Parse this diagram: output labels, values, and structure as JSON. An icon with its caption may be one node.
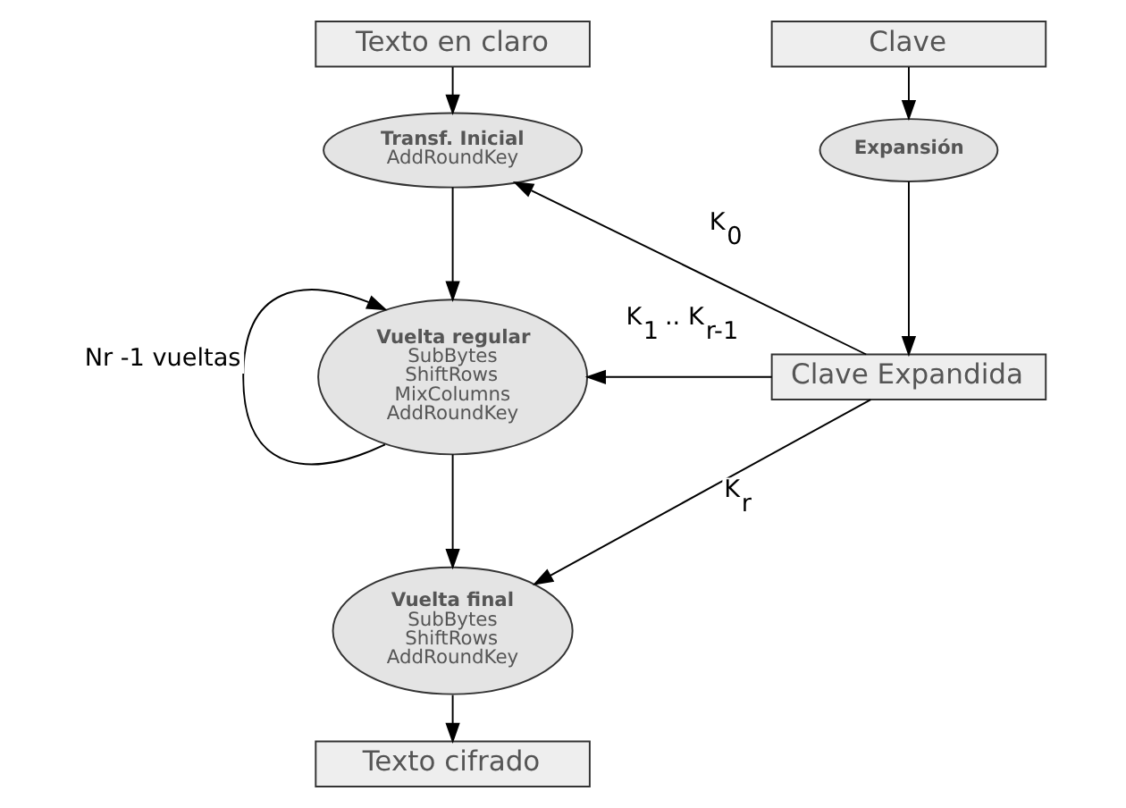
{
  "diagram": {
    "nodes": [
      {
        "text": [
          "Texto en claro"
        ]
      },
      {
        "text": [
          "Transf. Inicial",
          "AddRoundKey"
        ]
      },
      {
        "text": [
          "Vuelta regular",
          "SubBytes ShiftRows MixColumns AddRoundKey"
        ]
      },
      {
        "text": [
          "Vuelta final",
          "SubBytes ShiftRows AddRoundKey"
        ]
      },
      {
        "text": [
          "Texto cifrado"
        ]
      },
      {
        "text": [
          "Clave"
        ]
      },
      {
        "text": [
          "Expansión"
        ]
      },
      {
        "text": [
          "Clave Expandida"
        ]
      }
    ],
    "edges": [
      {
        "from": 0,
        "to": 1,
        "arrow": "to"
      },
      {
        "from": 1,
        "to": 2,
        "arrow": "to"
      },
      {
        "from": 2,
        "to": 2,
        "arrow": "to",
        "label": "Nr -1 vueltas"
      },
      {
        "from": 2,
        "to": 3,
        "arrow": "to"
      },
      {
        "from": 3,
        "to": 4,
        "arrow": "to"
      },
      {
        "from": 5,
        "to": 6,
        "arrow": "to"
      },
      {
        "from": 6,
        "to": 7,
        "arrow": "to"
      },
      {
        "from": 7,
        "to": 1,
        "arrow": "to",
        "label": "K$_{0}$"
      },
      {
        "from": 7,
        "to": 2,
        "arrow": "to",
        "label": "K$_{1}$ .. K$_{r-1}$"
      },
      {
        "from": 7,
        "to": 3,
        "arrow": "to",
        "label": "K$_{r}$"
      }
    ]
  }
}
